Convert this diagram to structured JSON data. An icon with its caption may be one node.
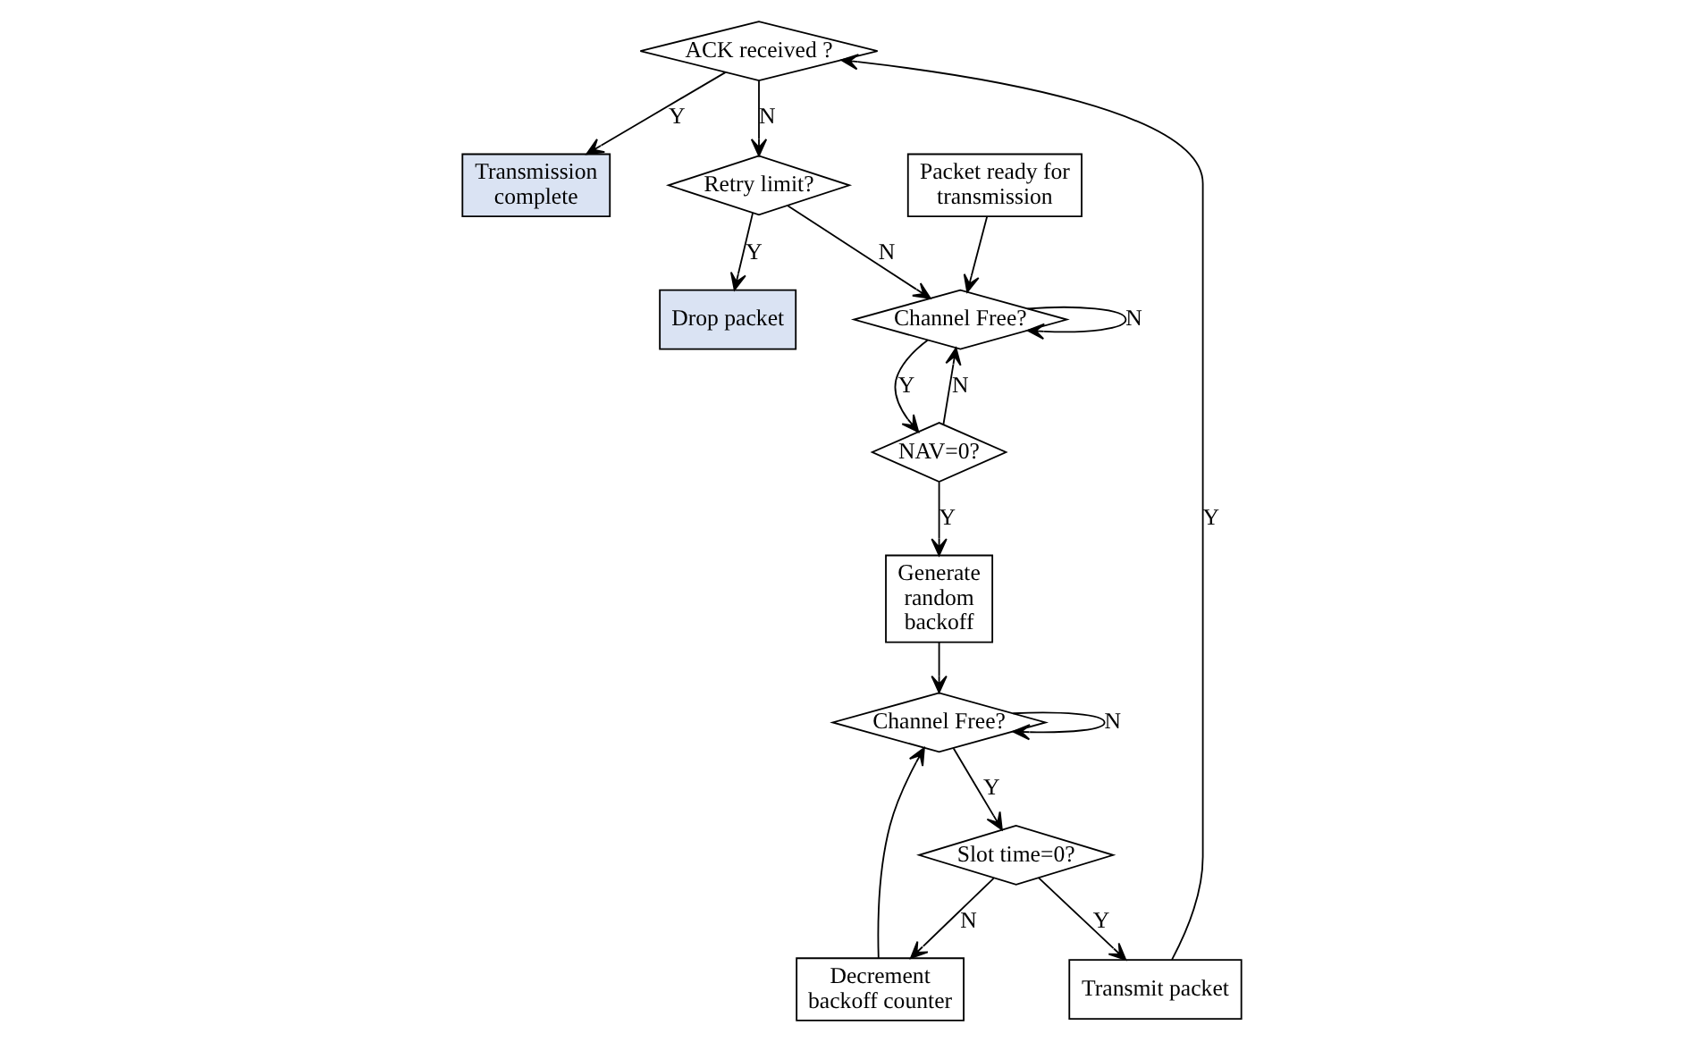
{
  "diagram": {
    "nodes": [
      {
        "text": [
          "ACK received ?"
        ]
      },
      {
        "text": [
          "Transmission complete"
        ]
      },
      {
        "text": [
          "Packet ready for transmission"
        ]
      },
      {
        "text": [
          "Transmit packet"
        ]
      },
      {
        "text": [
          "Retry limit?"
        ]
      },
      {
        "text": [
          "Channel Free?"
        ]
      },
      {
        "text": [
          "Slot time=0?"
        ]
      },
      {
        "text": [
          "Decrement backoff counter"
        ]
      },
      {
        "text": [
          "Drop packet"
        ]
      },
      {
        "text": [
          "NAV=0?"
        ]
      },
      {
        "text": [
          "Channel Free?"
        ]
      },
      {
        "text": [
          "Generate random backoff"
        ]
      }
    ],
    "edges": [
      {
        "from": 0,
        "to": 1,
        "arrow": "to",
        "label": "Y"
      },
      {
        "from": 0,
        "to": 4,
        "arrow": "to",
        "label": "N"
      },
      {
        "from": 3,
        "to": 0,
        "arrow": "to",
        "label": "Y"
      },
      {
        "from": 2,
        "to": 5,
        "arrow": "to"
      },
      {
        "from": 4,
        "to": 5,
        "arrow": "to",
        "label": "N"
      },
      {
        "from": 5,
        "to": 5,
        "arrow": "to",
        "label": "N"
      },
      {
        "from": 5,
        "to": 9,
        "arrow": "to",
        "label": "Y"
      },
      {
        "from": 9,
        "to": 5,
        "arrow": "to",
        "label": "N"
      },
      {
        "from": 9,
        "to": 11,
        "arrow": "to",
        "label": "Y"
      },
      {
        "from": 11,
        "to": 10,
        "arrow": "to"
      },
      {
        "from": 10,
        "to": 10,
        "arrow": "to",
        "label": "N"
      },
      {
        "from": 10,
        "to": 6,
        "arrow": "to",
        "label": "Y"
      },
      {
        "from": 6,
        "to": 3,
        "arrow": "to",
        "label": "Y"
      },
      {
        "from": 6,
        "to": 7,
        "arrow": "to",
        "label": "N"
      },
      {
        "from": 7,
        "to": 10,
        "arrow": "to"
      },
      {
        "from": 4,
        "to": 8,
        "arrow": "to",
        "label": "Y"
      }
    ]
  }
}
